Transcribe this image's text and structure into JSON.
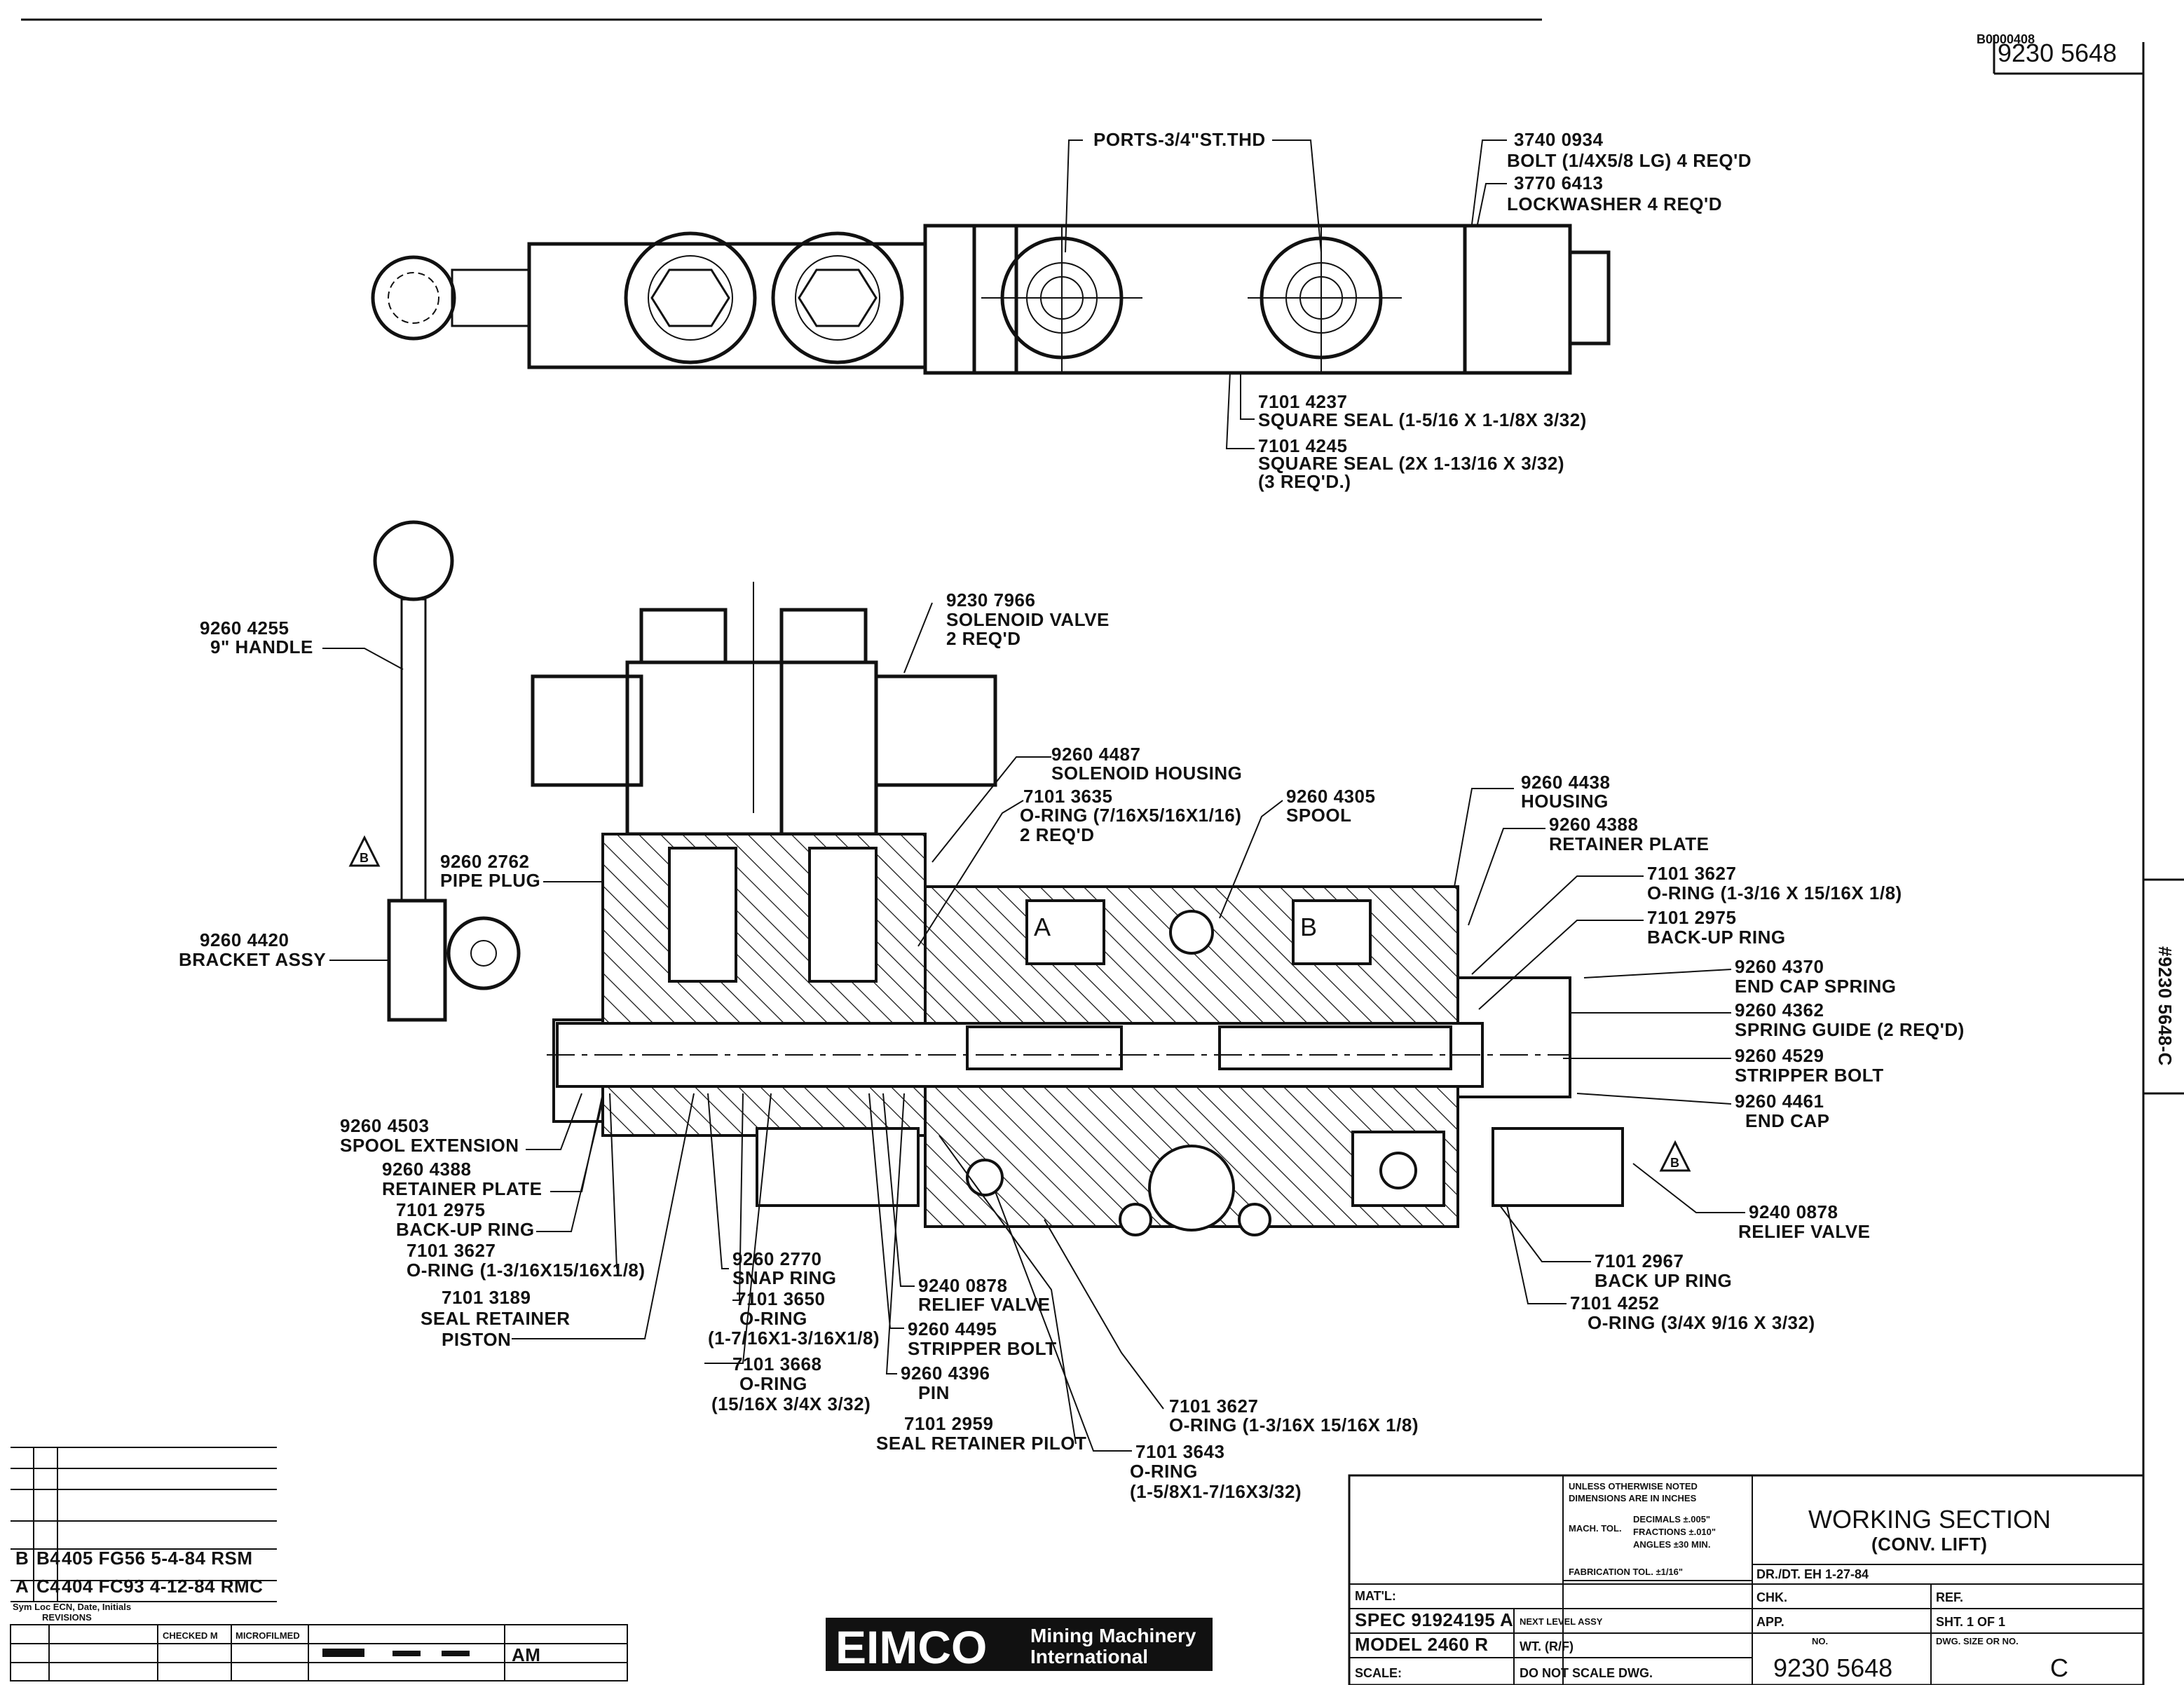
{
  "drawing": {
    "corner_number": "9230 5648",
    "corner_stamp": "B0000408",
    "side_number": "#9230 5648-C"
  },
  "top_view_labels": [
    {
      "id": "ports",
      "l1": "PORTS-3/4\"ST.THD",
      "l2": "",
      "l3": ""
    },
    {
      "id": "bolt",
      "l1": "3740 0934",
      "l2": "BOLT (1/4X5/8 LG) 4 REQ'D",
      "l3": ""
    },
    {
      "id": "lockwasher",
      "l1": "3770 6413",
      "l2": "LOCKWASHER 4 REQ'D",
      "l3": ""
    },
    {
      "id": "sqseal1",
      "l1": "7101 4237",
      "l2": "SQUARE SEAL (1-5/16 X 1-1/8X 3/32)",
      "l3": ""
    },
    {
      "id": "sqseal2",
      "l1": "7101 4245",
      "l2": "SQUARE SEAL (2X 1-13/16 X 3/32)",
      "l3": "(3 REQ'D.)"
    }
  ],
  "section_labels": [
    {
      "id": "handle",
      "l1": "9260 4255",
      "l2": "9\" HANDLE",
      "l3": ""
    },
    {
      "id": "solenoid",
      "l1": "9230 7966",
      "l2": "SOLENOID VALVE",
      "l3": "2 REQ'D"
    },
    {
      "id": "sol_housing",
      "l1": "9260 4487",
      "l2": "SOLENOID HOUSING",
      "l3": ""
    },
    {
      "id": "oring_sol",
      "l1": "7101 3635",
      "l2": "O-RING (7/16X5/16X1/16)",
      "l3": "2 REQ'D"
    },
    {
      "id": "spool",
      "l1": "9260 4305",
      "l2": "SPOOL",
      "l3": ""
    },
    {
      "id": "housing",
      "l1": "9260 4438",
      "l2": "HOUSING",
      "l3": ""
    },
    {
      "id": "retainer_r",
      "l1": "9260 4388",
      "l2": "RETAINER PLATE",
      "l3": ""
    },
    {
      "id": "pipeplug",
      "l1": "9260 2762",
      "l2": "PIPE PLUG",
      "l3": ""
    },
    {
      "id": "bracket",
      "l1": "9260 4420",
      "l2": "BRACKET ASSY",
      "l3": ""
    },
    {
      "id": "oring_r",
      "l1": "7101 3627",
      "l2": "O-RING (1-3/16 X 15/16X 1/8)",
      "l3": ""
    },
    {
      "id": "backup_r",
      "l1": "7101 2975",
      "l2": "BACK-UP RING",
      "l3": ""
    },
    {
      "id": "endcapspring",
      "l1": "9260 4370",
      "l2": "END CAP SPRING",
      "l3": ""
    },
    {
      "id": "springguide",
      "l1": "9260 4362",
      "l2": "SPRING GUIDE (2 REQ'D)",
      "l3": ""
    },
    {
      "id": "stripperbolt_r",
      "l1": "9260 4529",
      "l2": "STRIPPER BOLT",
      "l3": ""
    },
    {
      "id": "endcap",
      "l1": "9260 4461",
      "l2": "END CAP",
      "l3": ""
    },
    {
      "id": "spoolext",
      "l1": "9260 4503",
      "l2": "SPOOL EXTENSION",
      "l3": ""
    },
    {
      "id": "retainer_l",
      "l1": "9260 4388",
      "l2": "RETAINER PLATE",
      "l3": ""
    },
    {
      "id": "backup_l",
      "l1": "7101 2975",
      "l2": "BACK-UP RING",
      "l3": ""
    },
    {
      "id": "oring_l",
      "l1": "7101 3627",
      "l2": "O-RING (1-3/16X15/16X1/8)",
      "l3": ""
    },
    {
      "id": "sealret",
      "l1": "7101 3189",
      "l2": "SEAL RETAINER",
      "l3": "PISTON"
    },
    {
      "id": "snapring",
      "l1": "9260 2770",
      "l2": "SNAP RING",
      "l3": ""
    },
    {
      "id": "oring3650",
      "l1": "7101 3650",
      "l2": "O-RING",
      "l3": "(1-7/16X1-3/16X1/8)"
    },
    {
      "id": "oring3668",
      "l1": "7101 3668",
      "l2": "O-RING",
      "l3": "(15/16X 3/4X 3/32)"
    },
    {
      "id": "relief_m",
      "l1": "9240 0878",
      "l2": "RELIEF VALVE",
      "l3": ""
    },
    {
      "id": "stripper_m",
      "l1": "9260 4495",
      "l2": "STRIPPER BOLT",
      "l3": ""
    },
    {
      "id": "pin",
      "l1": "9260 4396",
      "l2": "PIN",
      "l3": ""
    },
    {
      "id": "sealpilot",
      "l1": "7101 2959",
      "l2": "SEAL RETAINER PILOT",
      "l3": ""
    },
    {
      "id": "oring3627b",
      "l1": "7101 3627",
      "l2": "O-RING (1-3/16X 15/16X 1/8)",
      "l3": ""
    },
    {
      "id": "oring3643",
      "l1": "7101 3643",
      "l2": "O-RING",
      "l3": "(1-5/8X1-7/16X3/32)"
    },
    {
      "id": "backup2967",
      "l1": "7101 2967",
      "l2": "BACK UP RING",
      "l3": ""
    },
    {
      "id": "oring4252",
      "l1": "7101 4252",
      "l2": "O-RING (3/4X 9/16 X 3/32)",
      "l3": ""
    },
    {
      "id": "relief_r",
      "l1": "9240 0878",
      "l2": "RELIEF VALVE",
      "l3": ""
    }
  ],
  "port_letters": {
    "a": "A",
    "b": "B",
    "rev": "B"
  },
  "revisions": {
    "rows": [
      {
        "letter": "B",
        "zone": "B4",
        "text": "405 FG56 5-4-84 RSM"
      },
      {
        "letter": "A",
        "zone": "C4",
        "text": "404 FC93 4-12-84 RMC"
      }
    ],
    "header": "REVISIONS",
    "cols": "Sym  Loc  ECN, Date, Initials",
    "checked": "CHECKED M",
    "microfilmed": "MICROFILMED",
    "am": "AM"
  },
  "logo": {
    "brand": "EIMCO",
    "line1": "Mining Machinery",
    "line2": "International"
  },
  "title_block": {
    "notes_l1": "UNLESS OTHERWISE NOTED",
    "notes_l2": "DIMENSIONS ARE IN INCHES",
    "mach_tol": "MACH. TOL.",
    "decimals": "DECIMALS ±.005\"",
    "fractions": "FRACTIONS ±.010\"",
    "angles": "ANGLES ±30 MIN.",
    "fab_tol": "FABRICATION TOL.  ±1/16\"",
    "title": "WORKING SECTION",
    "subtitle": "(CONV. LIFT)",
    "matl": "MAT'L:",
    "spec": "SPEC 91924195 A",
    "next_level": "NEXT LEVEL ASSY",
    "model": "MODEL 2460 R",
    "wt": "WT. (R/F)",
    "scale": "SCALE:",
    "do_not_scale": "DO NOT SCALE DWG.",
    "dr_dt": "DR./DT. EH 1-27-84",
    "chk": "CHK.",
    "app": "APP.",
    "ref": "REF.",
    "sht": "SHT. 1 OF 1",
    "no_label": "NO.",
    "dwg_size_label": "DWG. SIZE OR NO.",
    "number": "9230 5648",
    "size": "C"
  }
}
